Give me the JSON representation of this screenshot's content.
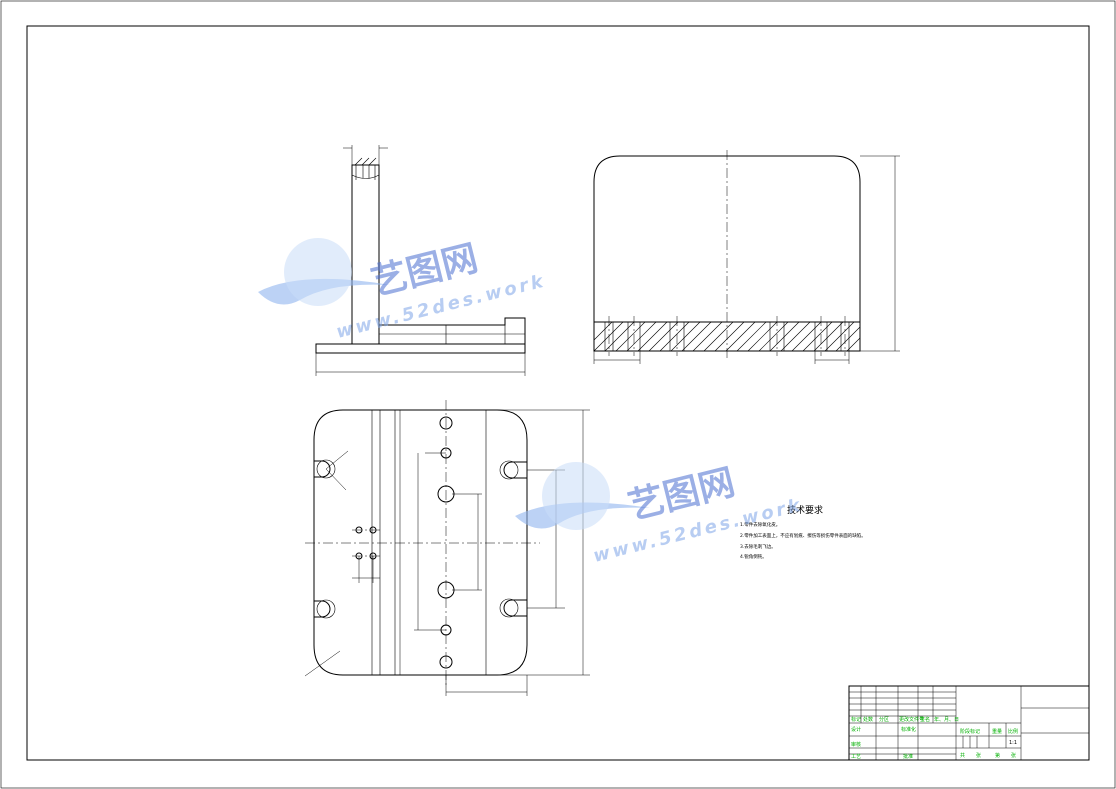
{
  "technical_requirements": {
    "title": "技术要求",
    "lines": [
      "1.零件去除氧化皮。",
      "2.零件加工表面上，不应有划痕、擦伤等损伤零件表面的缺陷。",
      "3.去除毛刺飞边。",
      "4.锐角倒钝。"
    ]
  },
  "title_block": {
    "labels": [
      "标记",
      "处数",
      "分区",
      "更改文件号",
      "签名",
      "年、月、日",
      "设计",
      "标准化",
      "审核",
      "工艺",
      "批准",
      "阶段标记",
      "重量",
      "比例",
      "共",
      "张",
      "第",
      "张"
    ],
    "scale": "1:1"
  },
  "watermark": {
    "brand": "艺图网",
    "url": "www.52des.work"
  },
  "colors": {
    "line": "#000000",
    "title_block_text": "#00b000",
    "watermark": "#4a6fd0"
  }
}
